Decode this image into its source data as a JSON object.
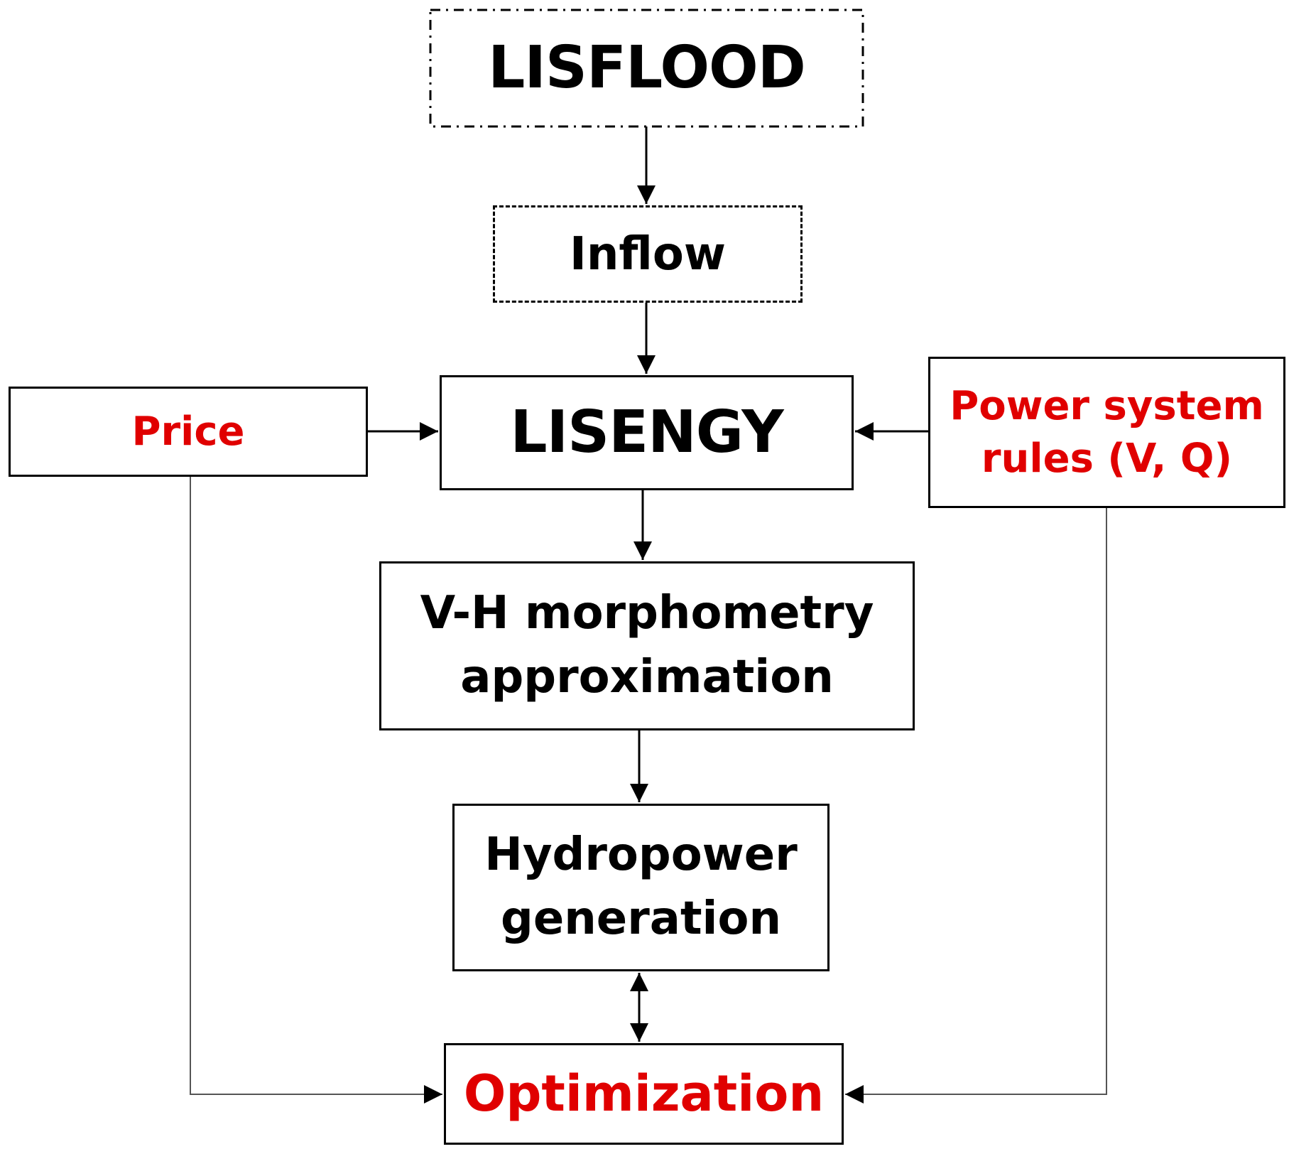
{
  "diagram": {
    "nodes": {
      "lisflood": {
        "label": "LISFLOOD",
        "border": "dash-dot"
      },
      "inflow": {
        "label": "Inflow",
        "border": "dashed"
      },
      "lisengy": {
        "label": "LISENGY",
        "border": "solid"
      },
      "price": {
        "label": "Price",
        "border": "solid",
        "text_color": "#e00000"
      },
      "power_rules": {
        "label": "Power system\nrules (V, Q)",
        "border": "solid",
        "text_color": "#e00000"
      },
      "vh": {
        "label": "V-H morphometry\napproximation",
        "border": "solid"
      },
      "hydropower": {
        "label": "Hydropower\ngeneration",
        "border": "solid"
      },
      "optimization": {
        "label": "Optimization",
        "border": "solid",
        "text_color": "#e00000"
      }
    },
    "edges": [
      {
        "from": "lisflood",
        "to": "inflow",
        "direction": "forward"
      },
      {
        "from": "inflow",
        "to": "lisengy",
        "direction": "forward"
      },
      {
        "from": "price",
        "to": "lisengy",
        "direction": "forward"
      },
      {
        "from": "power_rules",
        "to": "lisengy",
        "direction": "forward"
      },
      {
        "from": "lisengy",
        "to": "vh",
        "direction": "forward"
      },
      {
        "from": "vh",
        "to": "hydropower",
        "direction": "forward"
      },
      {
        "from": "hydropower",
        "to": "optimization",
        "direction": "both"
      },
      {
        "from": "price",
        "to": "optimization",
        "direction": "forward",
        "style": "thin-elbow"
      },
      {
        "from": "power_rules",
        "to": "optimization",
        "direction": "forward",
        "style": "thin-elbow"
      }
    ],
    "colors": {
      "accent_text": "#e00000",
      "line": "#000000",
      "thin_line": "#555555"
    }
  }
}
